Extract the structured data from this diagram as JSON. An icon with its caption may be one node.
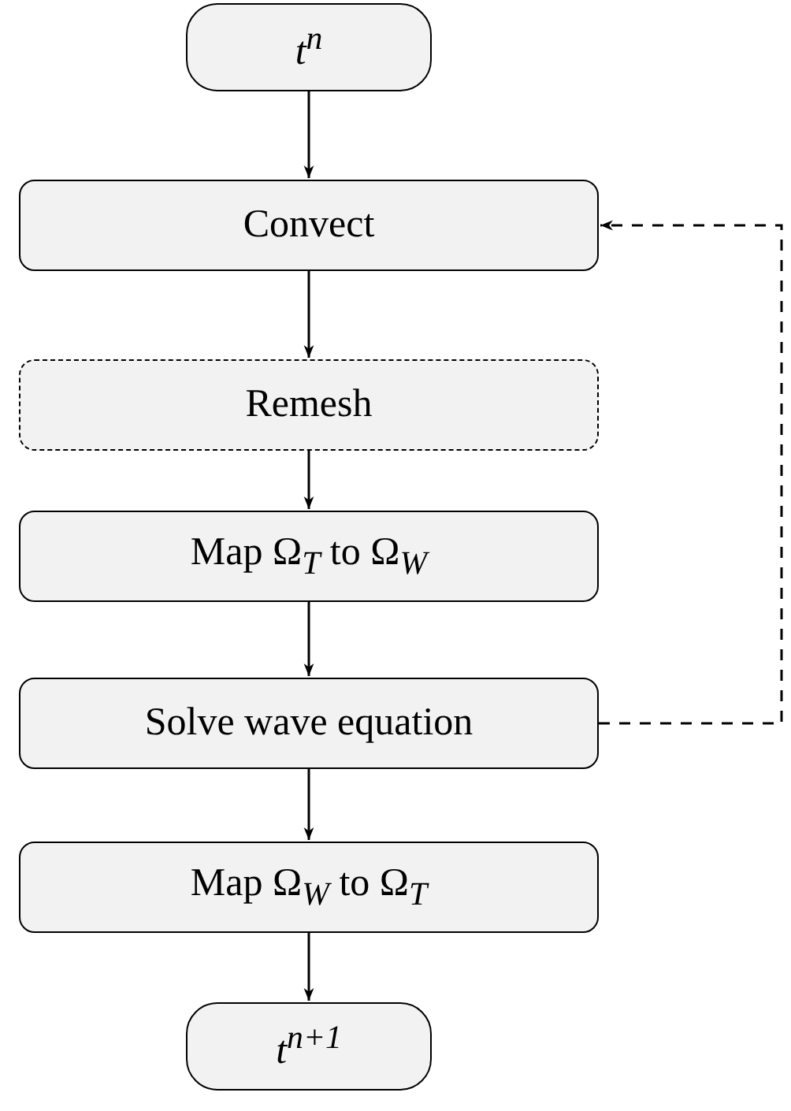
{
  "diagram": {
    "nodes": [
      {
        "text": [
          "*t*$^{n}$"
        ]
      },
      {
        "text": [
          "Convect"
        ]
      },
      {
        "text": [
          "Remesh"
        ]
      },
      {
        "text": [
          "Map Ω$_{T}$ to Ω$_{W}$"
        ]
      },
      {
        "text": [
          "Solve wave equation"
        ]
      },
      {
        "text": [
          "Map Ω$_{W}$ to Ω$_{T}$"
        ]
      },
      {
        "text": [
          "*t*$^{n+1}$"
        ]
      }
    ],
    "edges": [
      {
        "from": 0,
        "to": 1,
        "arrow": "to"
      },
      {
        "from": 1,
        "to": 2,
        "arrow": "to"
      },
      {
        "from": 2,
        "to": 3,
        "arrow": "to"
      },
      {
        "from": 3,
        "to": 4,
        "arrow": "to"
      },
      {
        "from": 4,
        "to": 5,
        "arrow": "to"
      },
      {
        "from": 5,
        "to": 6,
        "arrow": "to"
      },
      {
        "from": 4,
        "to": 1,
        "arrow": "to",
        "style": "dashed"
      }
    ]
  }
}
